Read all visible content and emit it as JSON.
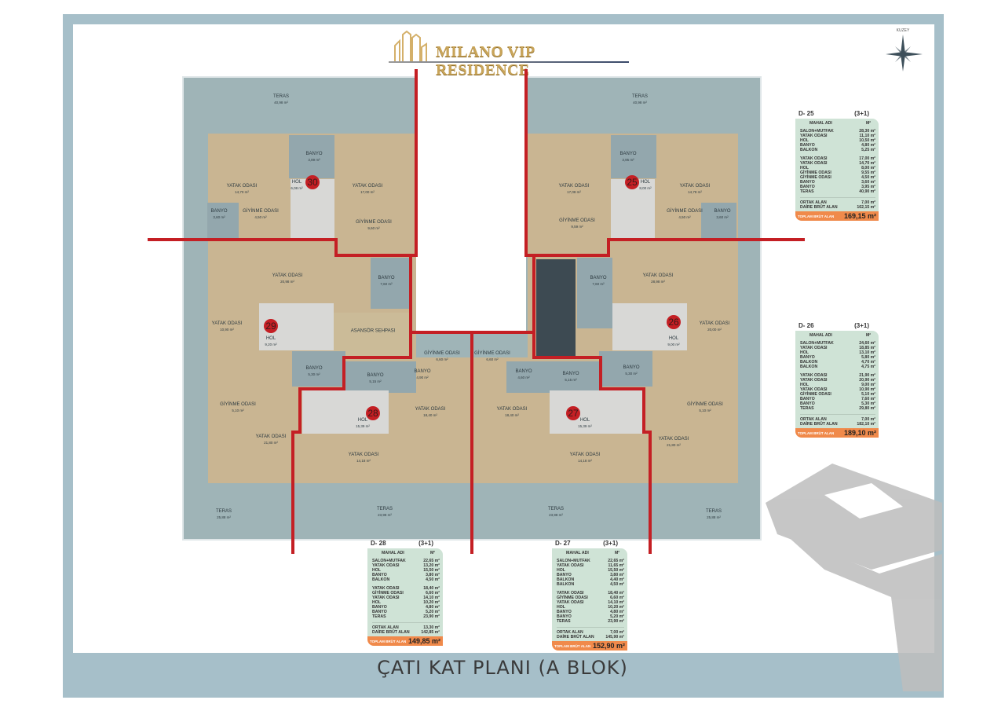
{
  "brand": {
    "name": "MILANO VIP RESIDENCE"
  },
  "compass": {
    "label": "KUZEY"
  },
  "page_title": "ÇATI KAT PLANI (A BLOK)",
  "units": {
    "u30": "30",
    "u29": "29",
    "u28": "28",
    "u27": "27",
    "u26": "26",
    "u25": "25"
  },
  "rooms": [
    {
      "n": "TERAS",
      "a": "40,98 m²"
    },
    {
      "n": "BANYO",
      "a": "3,89 m²"
    },
    {
      "n": "HOL",
      "a": "6,08 m²"
    },
    {
      "n": "YATAK ODASI",
      "a": "14,70 m²"
    },
    {
      "n": "YATAK ODASI",
      "a": "17,00 m²"
    },
    {
      "n": "BANYO",
      "a": "3,60 m²"
    },
    {
      "n": "GİYİNME ODASI",
      "a": "4,50 m²"
    },
    {
      "n": "GİYİNME ODASI",
      "a": "9,60 m²"
    },
    {
      "n": "YATAK ODASI",
      "a": "20,98 m²"
    },
    {
      "n": "BANYO",
      "a": "7,60 m²"
    },
    {
      "n": "YATAK ODASI",
      "a": "10,90 m²"
    },
    {
      "n": "HOL",
      "a": "9,20 m²"
    },
    {
      "n": "ASANSÖR SEHPASI",
      "a": ""
    },
    {
      "n": "BANYO",
      "a": "5,30 m²"
    },
    {
      "n": "GİYİNME ODASI",
      "a": "5,10 m²"
    },
    {
      "n": "YATAK ODASI",
      "a": "21,80 m²"
    },
    {
      "n": "TERAS",
      "a": "25,88 m²"
    },
    {
      "n": "BANYO",
      "a": "5,15 m²"
    },
    {
      "n": "BANYO",
      "a": "4,90 m²"
    },
    {
      "n": "GİYİNME ODASI",
      "a": "6,60 m²"
    },
    {
      "n": "HOL",
      "a": "15,39 m²"
    },
    {
      "n": "YATAK ODASI",
      "a": "18,40 m²"
    },
    {
      "n": "YATAK ODASI",
      "a": "14,18 m²"
    },
    {
      "n": "TERAS",
      "a": "23,98 m²"
    },
    {
      "n": "GİYİNME ODASI",
      "a": "6,60 m²"
    },
    {
      "n": "BANYO",
      "a": "4,60 m²"
    },
    {
      "n": "BANYO",
      "a": "5,15 m²"
    },
    {
      "n": "YATAK ODASI",
      "a": "18,40 m²"
    },
    {
      "n": "HOL",
      "a": "15,39 m²"
    },
    {
      "n": "YATAK ODASI",
      "a": "14,18 m²"
    },
    {
      "n": "TERAS",
      "a": "23,98 m²"
    },
    {
      "n": "HOL",
      "a": "9,00 m²"
    },
    {
      "n": "YATAK ODASI",
      "a": "20,00 m²"
    },
    {
      "n": "BANYO",
      "a": "5,30 m²"
    },
    {
      "n": "GİYİNME ODASI",
      "a": "5,10 m²"
    },
    {
      "n": "YATAK ODASI",
      "a": "21,80 m²"
    },
    {
      "n": "TERAS",
      "a": "25,88 m²"
    },
    {
      "n": "TERAS",
      "a": "40,98 m²"
    },
    {
      "n": "BANYO",
      "a": "3,95 m²"
    },
    {
      "n": "HOL",
      "a": "8,00 m²"
    },
    {
      "n": "YATAK ODASI",
      "a": "17,08 m²"
    },
    {
      "n": "YATAK ODASI",
      "a": "14,78 m²"
    },
    {
      "n": "GİYİNME ODASI",
      "a": "4,50 m²"
    },
    {
      "n": "BANYO",
      "a": "3,60 m²"
    },
    {
      "n": "GİYİNME ODASI",
      "a": "9,59 m²"
    },
    {
      "n": "BANYO",
      "a": "7,60 m²"
    },
    {
      "n": "YATAK ODASI",
      "a": "28,98 m²"
    }
  ],
  "tables": {
    "d25": {
      "id": "D- 25",
      "type": "(3+1)",
      "col_name": "MAHAL ADI",
      "col_unit": "M²",
      "groups": [
        [
          [
            "SALON+MUTFAK",
            "28,30 m²"
          ],
          [
            "YATAK ODASI",
            "11,10 m²"
          ],
          [
            "HOL",
            "10,50 m²"
          ],
          [
            "BANYO",
            "4,80 m²"
          ],
          [
            "BALKON",
            "5,25 m²"
          ]
        ],
        [
          [
            "YATAK ODASI",
            "17,00 m²"
          ],
          [
            "YATAK ODASI",
            "14,70 m²"
          ],
          [
            "HOL",
            "8,00 m²"
          ],
          [
            "GİYİNME ODASI",
            "9,55 m²"
          ],
          [
            "GİYİNME ODASI",
            "4,50 m²"
          ],
          [
            "BANYO",
            "3,60 m²"
          ],
          [
            "BANYO",
            "3,95 m²"
          ],
          [
            "TERAS",
            "40,90 m²"
          ]
        ],
        [
          [
            "ORTAK ALAN",
            "7,00 m²"
          ],
          [
            "DAİRE BRÜT ALAN",
            "162,15 m²"
          ]
        ]
      ],
      "total_label": "TOPLAM BRÜT ALAN",
      "total": "169,15 m²"
    },
    "d26": {
      "id": "D- 26",
      "type": "(3+1)",
      "col_name": "MAHAL ADI",
      "col_unit": "M²",
      "groups": [
        [
          [
            "SALON+MUTFAK",
            "24,60 m²"
          ],
          [
            "YATAK ODASI",
            "18,85 m²"
          ],
          [
            "HOL",
            "13,10 m²"
          ],
          [
            "BANYO",
            "5,80 m²"
          ],
          [
            "BALKON",
            "4,70 m²"
          ],
          [
            "BALKON",
            "4,75 m²"
          ]
        ],
        [
          [
            "YATAK ODASI",
            "21,90 m²"
          ],
          [
            "YATAK ODASI",
            "20,90 m²"
          ],
          [
            "HOL",
            "9,00 m²"
          ],
          [
            "YATAK ODASI",
            "10,90 m²"
          ],
          [
            "GİYİNME ODASI",
            "5,10 m²"
          ],
          [
            "BANYO",
            "7,60 m²"
          ],
          [
            "BANYO",
            "5,30 m²"
          ],
          [
            "TERAS",
            "29,80 m²"
          ]
        ],
        [
          [
            "ORTAK ALAN",
            "7,00 m²"
          ],
          [
            "DAİRE BRÜT ALAN",
            "182,10 m²"
          ]
        ]
      ],
      "total_label": "TOPLAM BRÜT ALAN",
      "total": "189,10 m²"
    },
    "d28": {
      "id": "D- 28",
      "type": "(3+1)",
      "col_name": "MAHAL ADI",
      "col_unit": "M²",
      "groups": [
        [
          [
            "SALON+MUTFAK",
            "22,65 m²"
          ],
          [
            "YATAK ODASI",
            "13,20 m²"
          ],
          [
            "HOL",
            "15,50 m²"
          ],
          [
            "BANYO",
            "3,80 m²"
          ],
          [
            "BALKON",
            "4,50 m²"
          ]
        ],
        [
          [
            "YATAK ODASI",
            "18,40 m²"
          ],
          [
            "GİYİNME ODASI",
            "6,60 m²"
          ],
          [
            "YATAK ODASI",
            "14,10 m²"
          ],
          [
            "HOL",
            "10,20 m²"
          ],
          [
            "BANYO",
            "4,80 m²"
          ],
          [
            "BANYO",
            "5,20 m²"
          ],
          [
            "TERAS",
            "23,90 m²"
          ]
        ],
        [
          [
            "ORTAK ALAN",
            "13,30 m²"
          ],
          [
            "DAİRE BRÜT ALAN",
            "142,85 m²"
          ]
        ]
      ],
      "total_label": "TOPLAM BRÜT ALAN",
      "total": "149,85 m²"
    },
    "d27": {
      "id": "D- 27",
      "type": "(3+1)",
      "col_name": "MAHAL ADI",
      "col_unit": "M²",
      "groups": [
        [
          [
            "SALON+MUTFAK",
            "22,65 m²"
          ],
          [
            "YATAK ODASI",
            "11,65 m²"
          ],
          [
            "HOL",
            "15,50 m²"
          ],
          [
            "BANYO",
            "3,80 m²"
          ],
          [
            "BALKON",
            "4,40 m²"
          ],
          [
            "BALKON",
            "4,50 m²"
          ]
        ],
        [
          [
            "YATAK ODASI",
            "18,40 m²"
          ],
          [
            "GİYİNME ODASI",
            "6,60 m²"
          ],
          [
            "YATAK ODASI",
            "14,10 m²"
          ],
          [
            "HOL",
            "10,20 m²"
          ],
          [
            "BANYO",
            "4,80 m²"
          ],
          [
            "BANYO",
            "5,20 m²"
          ],
          [
            "TERAS",
            "23,90 m²"
          ]
        ],
        [
          [
            "ORTAK ALAN",
            "7,00 m²"
          ],
          [
            "DAİRE BRÜT ALAN",
            "145,90 m²"
          ]
        ]
      ],
      "total_label": "TOPLAM BRÜT ALAN",
      "total": "152,90 m²"
    }
  },
  "colors": {
    "accent_red": "#c41f24",
    "total_bar": "#f08a4b",
    "table_bg": "#cfe3d6",
    "frame": "#a6bfc9"
  }
}
